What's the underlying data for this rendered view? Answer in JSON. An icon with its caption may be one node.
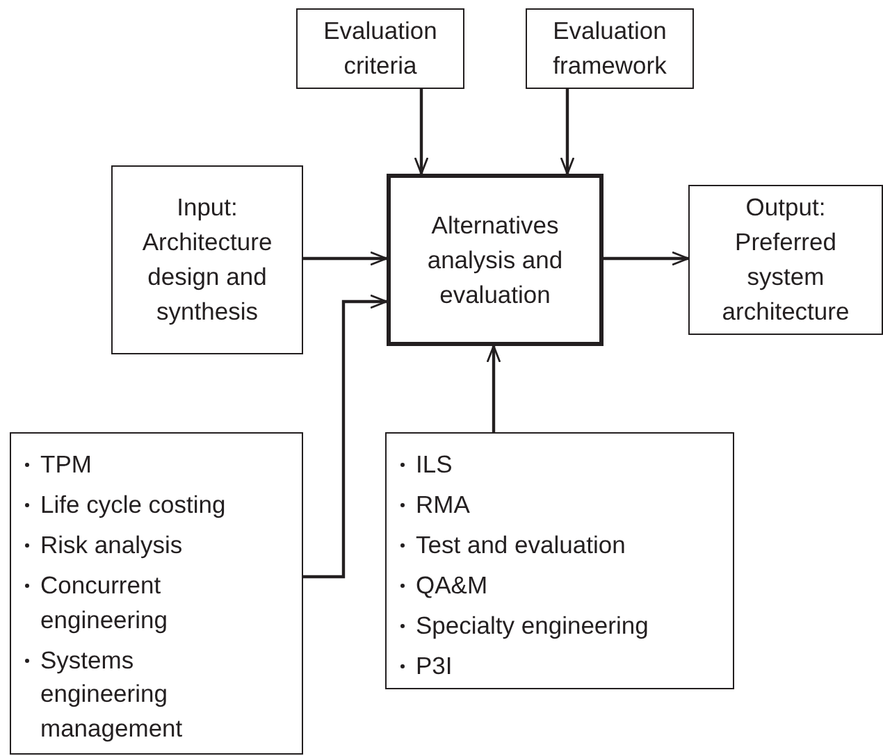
{
  "diagram": {
    "nodes": [
      {
        "text": [
          "Evaluation criteria"
        ]
      },
      {
        "text": [
          "Evaluation framework"
        ]
      },
      {
        "text": [
          "Input: Architecture design and synthesis"
        ]
      },
      {
        "text": [
          "Alternatives analysis and evaluation"
        ]
      },
      {
        "text": [
          "Output: Preferred system architecture"
        ]
      },
      {
        "text": [
          "TPM",
          "Life cycle costing",
          "Risk analysis",
          "Concurrent engineering",
          "Systems engineering management"
        ]
      },
      {
        "text": [
          "ILS",
          "RMA",
          "Test and evaluation",
          "QA&M",
          "Specialty engineering",
          "P3I"
        ]
      }
    ],
    "edges": [
      {
        "from": 0,
        "to": 3,
        "arrow": "to"
      },
      {
        "from": 1,
        "to": 3,
        "arrow": "to"
      },
      {
        "from": 2,
        "to": 3,
        "arrow": "to"
      },
      {
        "from": 3,
        "to": 4,
        "arrow": "to"
      },
      {
        "from": 5,
        "to": 3,
        "arrow": "to"
      },
      {
        "from": 6,
        "to": 3,
        "arrow": "to"
      }
    ]
  }
}
